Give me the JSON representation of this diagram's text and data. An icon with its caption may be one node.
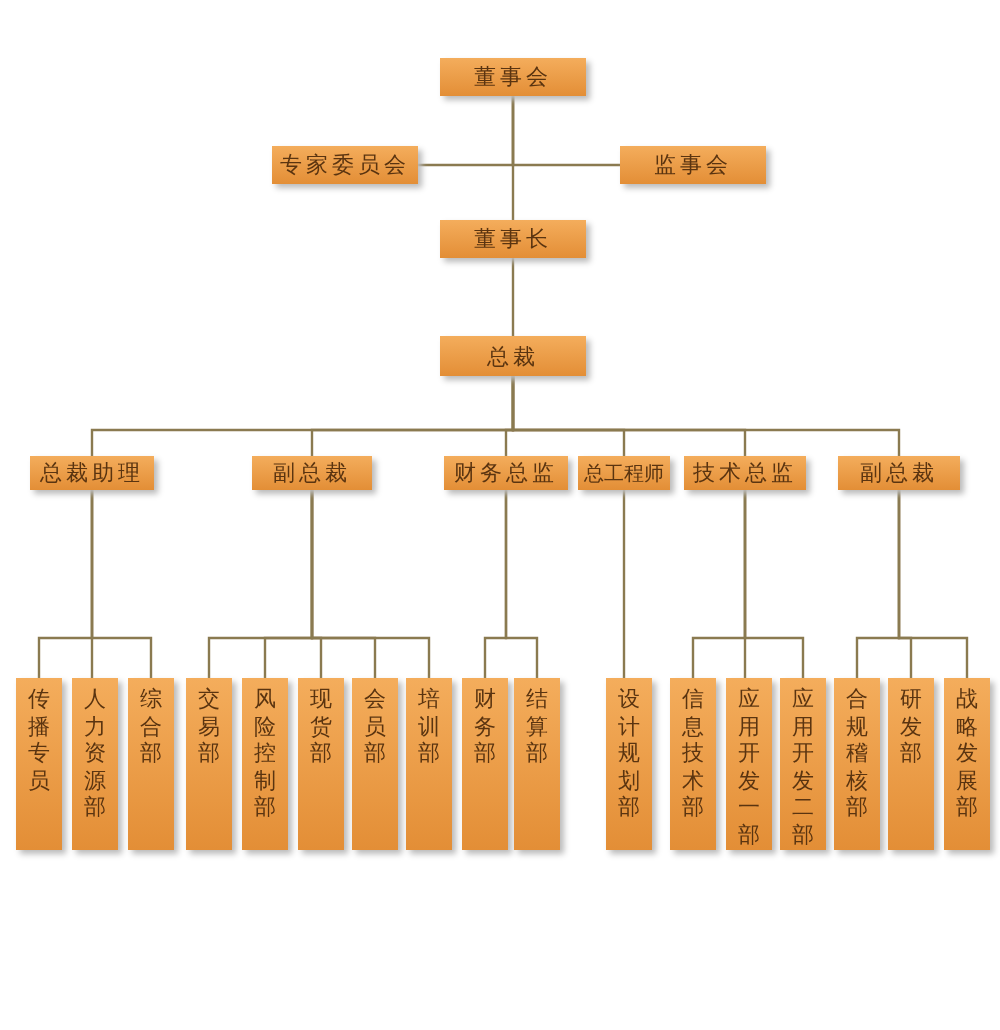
{
  "diagram": {
    "nodes": [
      {
        "text": [
          "董事会"
        ]
      },
      {
        "text": [
          "专家委员会"
        ]
      },
      {
        "text": [
          "监事会"
        ]
      },
      {
        "text": [
          "董事长"
        ]
      },
      {
        "text": [
          "总裁"
        ]
      },
      {
        "text": [
          "总裁助理"
        ]
      },
      {
        "text": [
          "副总裁"
        ]
      },
      {
        "text": [
          "财务总监"
        ]
      },
      {
        "text": [
          "总工程师"
        ]
      },
      {
        "text": [
          "技术总监"
        ]
      },
      {
        "text": [
          "副总裁"
        ]
      },
      {
        "text": [
          "传播专员"
        ]
      },
      {
        "text": [
          "人力资源部"
        ]
      },
      {
        "text": [
          "综合部"
        ]
      },
      {
        "text": [
          "交易部"
        ]
      },
      {
        "text": [
          "风险控制部"
        ]
      },
      {
        "text": [
          "现货部"
        ]
      },
      {
        "text": [
          "会员部"
        ]
      },
      {
        "text": [
          "培训部"
        ]
      },
      {
        "text": [
          "财务部"
        ]
      },
      {
        "text": [
          "结算部"
        ]
      },
      {
        "text": [
          "设计规划部"
        ]
      },
      {
        "text": [
          "信息技术部"
        ]
      },
      {
        "text": [
          "应用开发一部"
        ]
      },
      {
        "text": [
          "应用开发二部"
        ]
      },
      {
        "text": [
          "合规稽核部"
        ]
      },
      {
        "text": [
          "研发部"
        ]
      },
      {
        "text": [
          "战略发展部"
        ]
      }
    ],
    "edges": [
      {
        "from": 0,
        "to": 1,
        "arrow": "none"
      },
      {
        "from": 0,
        "to": 2,
        "arrow": "none"
      },
      {
        "from": 0,
        "to": 3,
        "arrow": "none"
      },
      {
        "from": 3,
        "to": 4,
        "arrow": "none"
      },
      {
        "from": 4,
        "to": 5,
        "arrow": "none"
      },
      {
        "from": 4,
        "to": 6,
        "arrow": "none"
      },
      {
        "from": 4,
        "to": 7,
        "arrow": "none"
      },
      {
        "from": 4,
        "to": 8,
        "arrow": "none"
      },
      {
        "from": 4,
        "to": 9,
        "arrow": "none"
      },
      {
        "from": 4,
        "to": 10,
        "arrow": "none"
      },
      {
        "from": 5,
        "to": 11,
        "arrow": "none"
      },
      {
        "from": 5,
        "to": 12,
        "arrow": "none"
      },
      {
        "from": 5,
        "to": 13,
        "arrow": "none"
      },
      {
        "from": 6,
        "to": 14,
        "arrow": "none"
      },
      {
        "from": 6,
        "to": 15,
        "arrow": "none"
      },
      {
        "from": 6,
        "to": 16,
        "arrow": "none"
      },
      {
        "from": 6,
        "to": 17,
        "arrow": "none"
      },
      {
        "from": 6,
        "to": 18,
        "arrow": "none"
      },
      {
        "from": 7,
        "to": 19,
        "arrow": "none"
      },
      {
        "from": 7,
        "to": 20,
        "arrow": "none"
      },
      {
        "from": 8,
        "to": 21,
        "arrow": "none"
      },
      {
        "from": 9,
        "to": 22,
        "arrow": "none"
      },
      {
        "from": 9,
        "to": 23,
        "arrow": "none"
      },
      {
        "from": 9,
        "to": 24,
        "arrow": "none"
      },
      {
        "from": 10,
        "to": 25,
        "arrow": "none"
      },
      {
        "from": 10,
        "to": 26,
        "arrow": "none"
      },
      {
        "from": 10,
        "to": 27,
        "arrow": "none"
      }
    ]
  }
}
